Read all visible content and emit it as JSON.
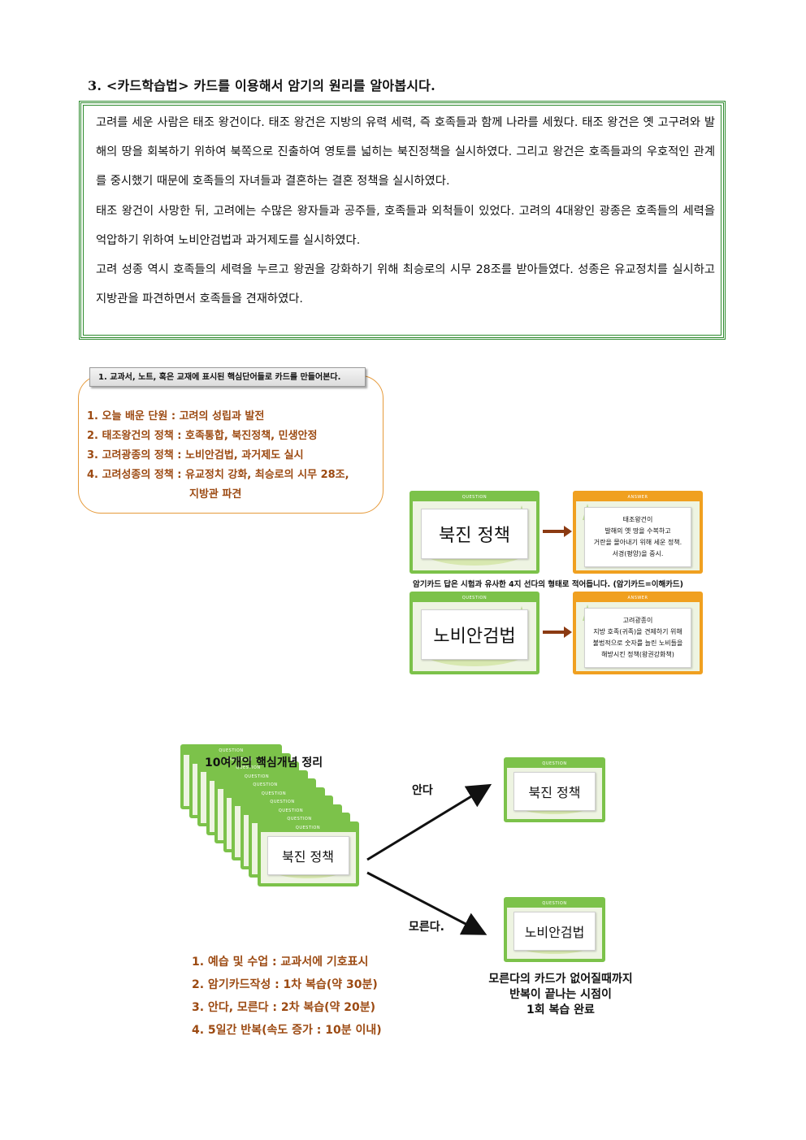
{
  "heading": "3.  <카드학습법> 카드를 이용해서 암기의 원리를 알아봅시다.",
  "passage": [
    "고려를 세운 사람은 태조 왕건이다. 태조 왕건은 지방의 유력 세력, 즉 호족들과 함께 나라를 세웠다. 태조 왕건은 옛 고구려와 발해의 땅을 회복하기 위하여 북쪽으로 진출하여 영토를 넓히는 북진정책을 실시하였다. 그리고 왕건은 호족들과의 우호적인 관계를 중시했기 때문에 호족들의 자녀들과 결혼하는 결혼 정책을 실시하였다.",
    "태조 왕건이 사망한 뒤, 고려에는 수많은 왕자들과 공주들, 호족들과 외척들이 있었다. 고려의 4대왕인 광종은 호족들의 세력을 억압하기 위하여 노비안검법과 과거제도를 실시하였다.",
    "고려 성종 역시 호족들의 세력을 누르고 왕권을 강화하기 위해 최승로의 시무 28조를 받아들였다. 성종은 유교정치를 실시하고 지방관을 파견하면서 호족들을 견재하였다."
  ],
  "summary": {
    "tab": "1.  교과서, 노트, 혹은 교재에 표시된 핵심단어들로 카드를 만들어본다.",
    "items": [
      "1. 오늘 배운 단원 : 고려의 성립과 발전",
      "2. 태조왕건의 정책 : 호족통합, 북진정책, 민생안정",
      "3. 고려광종의 정책 : 노비안검법, 과거제도 실시",
      "4. 고려성종의 정책 : 유교정치 강화, 최승로의 시무 28조,"
    ],
    "item4_cont": "지방관 파견"
  },
  "cards": {
    "question_band": "QUESTION",
    "answer_band": "ANSWER",
    "pair1_question": "북진 정책",
    "pair1_answer": [
      "태조왕건이",
      "발해의 옛 땅을 수복하고",
      "거란을 몰아내기 위해 세운 정책.",
      "서경(평양)을 중시."
    ],
    "pair2_question": "노비안검법",
    "pair2_answer": [
      "고려광종이",
      "지방 호족(귀족)을 견제하기 위해",
      "불법적으로 숫자를 늘린 노비들을",
      "해방시킨 정책(왕권강화책)"
    ],
    "note": "암기카드 답은 시험과 유사한 4지 선다의 형태로 적어듭니다. (암기카드=이해카드)"
  },
  "flow": {
    "stack_title": "10여개의 핵심개념 정리",
    "stack_front": "북진 정책",
    "know_label": "안다",
    "dontknow_label": "모른다.",
    "known_card": "북진 정책",
    "unknown_card": "노비안검법",
    "steps": [
      "1.   예습 및 수업 : 교과서에 기호표시",
      "2.   암기카드작성 : 1차 복습(약 30분)",
      "3.   안다, 모른다 : 2차 복습(약 20분)",
      "4.   5일간 반복(속도 증가 : 10분 이내)"
    ],
    "final_note": [
      "모른다의 카드가 없어질때까지",
      "반복이 끝나는 시점이",
      "1회 복습 완료"
    ]
  }
}
